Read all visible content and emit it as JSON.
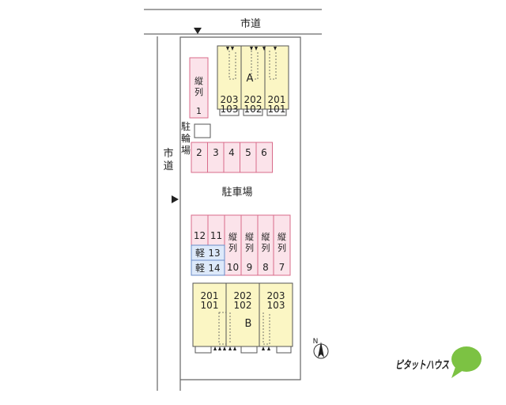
{
  "roads": {
    "top_label": "市道",
    "left_label": [
      "市",
      "道"
    ]
  },
  "colors": {
    "building_fill": "#fbf6c4",
    "building_stroke": "#555555",
    "parking_pink": "#fbe3ea",
    "parking_pink_stroke": "#d86b8a",
    "parking_blue": "#dde9fa",
    "parking_blue_stroke": "#6a8cc8",
    "logo_green": "#7cc243",
    "lot_stroke": "#666666"
  },
  "building_a": {
    "label": "A",
    "units": [
      {
        "upper": "203",
        "lower": "103"
      },
      {
        "upper": "202",
        "lower": "102"
      },
      {
        "upper": "201",
        "lower": "101"
      }
    ]
  },
  "building_b": {
    "label": "B",
    "units": [
      {
        "upper": "201",
        "lower": "101"
      },
      {
        "upper": "202",
        "lower": "102"
      },
      {
        "upper": "203",
        "lower": "103"
      }
    ]
  },
  "bike_parking": [
    "駐",
    "輪",
    "場"
  ],
  "parking_lot_label": "駐車場",
  "vertical_space_top": {
    "text": [
      "縦",
      "列"
    ],
    "number": "1"
  },
  "row_spaces": [
    "2",
    "3",
    "4",
    "5",
    "6"
  ],
  "lower_spaces": [
    {
      "number": "12",
      "type": "normal"
    },
    {
      "number": "11",
      "type": "normal"
    },
    {
      "number": "10",
      "type": "vertical",
      "text": [
        "縦",
        "列"
      ]
    },
    {
      "number": "9",
      "type": "vertical",
      "text": [
        "縦",
        "列"
      ]
    },
    {
      "number": "8",
      "type": "vertical",
      "text": [
        "縦",
        "列"
      ]
    },
    {
      "number": "7",
      "type": "vertical",
      "text": [
        "縦",
        "列"
      ]
    }
  ],
  "kei_spaces": [
    {
      "prefix": "軽",
      "number": "13"
    },
    {
      "prefix": "軽",
      "number": "14"
    }
  ],
  "compass": {
    "letter": "N"
  },
  "logo": {
    "text": "ピタットハウス"
  },
  "icons": {
    "entrance_arrow": "triangle-down-icon",
    "side_arrow": "triangle-right-icon",
    "compass": "north-arrow-icon"
  }
}
